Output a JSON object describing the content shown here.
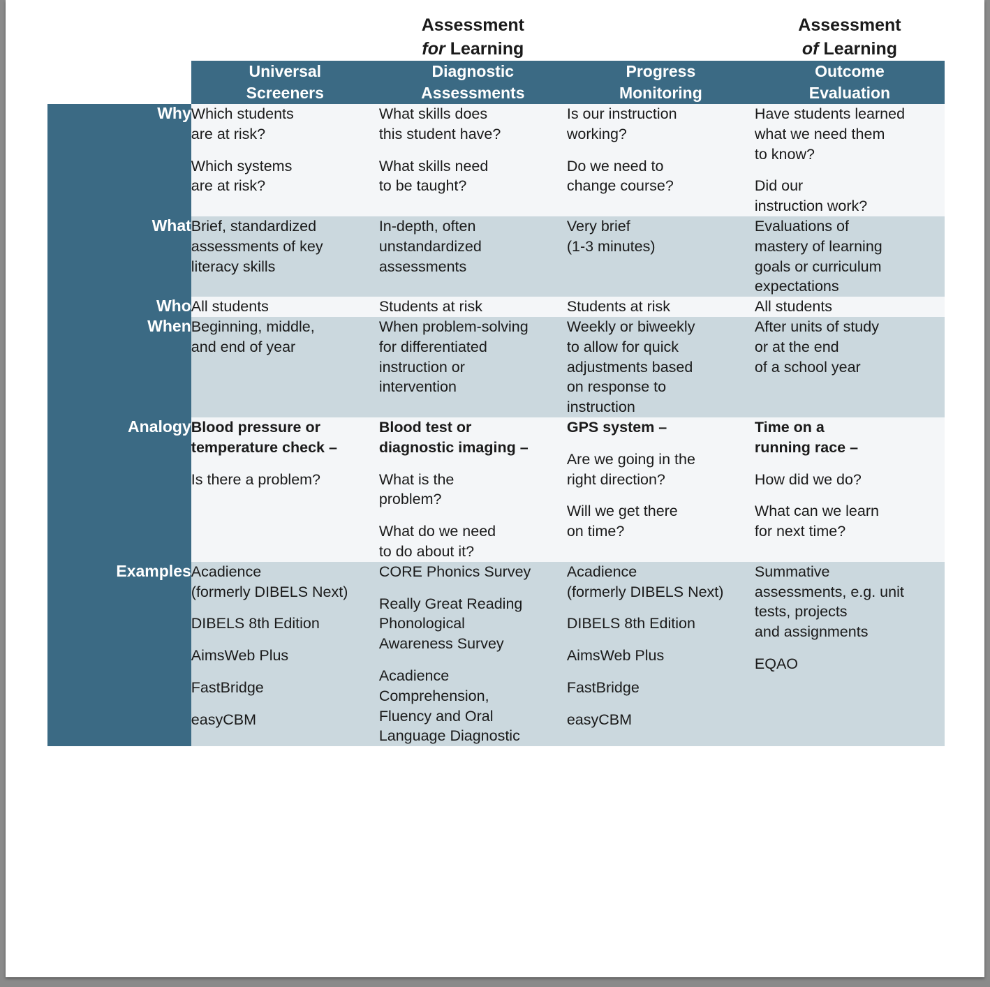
{
  "table": {
    "supergroups": [
      {
        "title": "Assessment",
        "prep": "for",
        "object": " Learning",
        "span": 3
      },
      {
        "title": "Assessment",
        "prep": "of",
        "object": " Learning",
        "span": 1
      }
    ],
    "columns": [
      {
        "line1": "Universal",
        "line2": "Screeners"
      },
      {
        "line1": "Diagnostic",
        "line2": "Assessments"
      },
      {
        "line1": "Progress",
        "line2": "Monitoring"
      },
      {
        "line1": "Outcome",
        "line2": "Evaluation"
      }
    ],
    "rows": [
      {
        "label": "Why",
        "shade": "light",
        "cells": [
          {
            "paras": [
              "Which students\nare at risk?",
              "Which systems\nare at risk?"
            ]
          },
          {
            "paras": [
              "What skills does\nthis student have?",
              "What skills need\nto be taught?"
            ]
          },
          {
            "paras": [
              "Is our instruction\nworking?",
              "Do we need to\nchange course?"
            ]
          },
          {
            "paras": [
              "Have students learned\nwhat we need them\nto know?",
              "Did our\ninstruction work?"
            ]
          }
        ]
      },
      {
        "label": "What",
        "shade": "blue",
        "cells": [
          {
            "paras": [
              "Brief, standardized\nassessments of key\nliteracy skills"
            ]
          },
          {
            "paras": [
              "In-depth, often\nunstandardized\nassessments"
            ]
          },
          {
            "paras": [
              "Very brief\n(1-3 minutes)"
            ]
          },
          {
            "paras": [
              "Evaluations of\nmastery of learning\ngoals or curriculum\nexpectations"
            ]
          }
        ]
      },
      {
        "label": "Who",
        "shade": "light",
        "cells": [
          {
            "paras": [
              "All students"
            ]
          },
          {
            "paras": [
              "Students at risk"
            ]
          },
          {
            "paras": [
              "Students at risk"
            ]
          },
          {
            "paras": [
              "All students"
            ]
          }
        ]
      },
      {
        "label": "When",
        "shade": "blue",
        "cells": [
          {
            "paras": [
              "Beginning, middle,\nand end of year"
            ]
          },
          {
            "paras": [
              "When problem-solving\nfor differentiated\ninstruction or\nintervention"
            ]
          },
          {
            "paras": [
              "Weekly or biweekly\nto allow for quick\nadjustments based\non response to\ninstruction"
            ]
          },
          {
            "paras": [
              "After units of study\nor at the end\nof a school year"
            ]
          }
        ]
      },
      {
        "label": "Analogy",
        "shade": "light",
        "cells": [
          {
            "lead": "Blood pressure or\ntemperature check –",
            "paras": [
              "Is there a problem?"
            ]
          },
          {
            "lead": "Blood test or\ndiagnostic imaging –",
            "paras": [
              "What is the\nproblem?",
              "What do we need\nto do about it?"
            ]
          },
          {
            "lead": "GPS system –",
            "paras": [
              "Are we going in the\nright direction?",
              "Will we get there\non time?"
            ]
          },
          {
            "lead": "Time on a\nrunning race –",
            "paras": [
              "How did we do?",
              "What can we learn\nfor next time?"
            ]
          }
        ]
      },
      {
        "label": "Examples",
        "shade": "blue",
        "cells": [
          {
            "items": [
              "Acadience\n(formerly DIBELS Next)",
              "DIBELS 8th Edition",
              "AimsWeb Plus",
              "FastBridge",
              "easyCBM"
            ]
          },
          {
            "items": [
              "CORE Phonics Survey",
              "Really Great Reading\nPhonological\nAwareness Survey",
              "Acadience\nComprehension,\nFluency and Oral\nLanguage Diagnostic"
            ]
          },
          {
            "items": [
              "Acadience\n(formerly DIBELS Next)",
              "DIBELS 8th Edition",
              "AimsWeb Plus",
              "FastBridge",
              "easyCBM"
            ]
          },
          {
            "items": [
              "Summative\nassessments, e.g. unit\ntests, projects\nand assignments",
              "EQAO"
            ]
          }
        ]
      }
    ]
  },
  "colors": {
    "teal": "#3b6a84",
    "row_blue": "#cbd8de",
    "row_light": "#f4f6f8",
    "border": "#4a7c94",
    "page": "#ffffff",
    "backdrop": "#8a8a8a"
  }
}
